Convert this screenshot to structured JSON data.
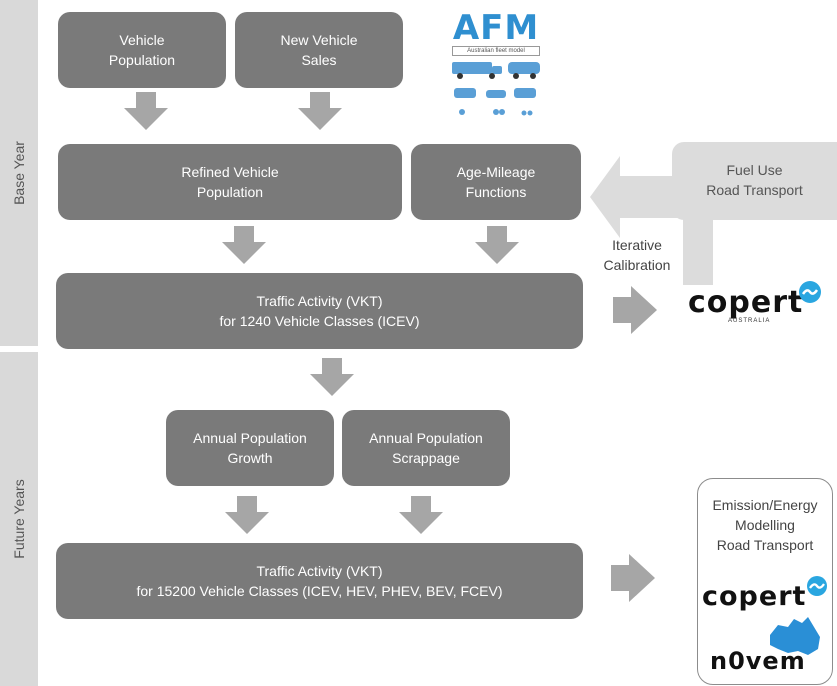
{
  "sidebar": {
    "base_year": "Base Year",
    "future_years": "Future Years"
  },
  "boxes": {
    "vehicle_population": "Vehicle\nPopulation",
    "new_vehicle_sales": "New Vehicle\nSales",
    "refined_vehicle_population": "Refined Vehicle\nPopulation",
    "age_mileage_functions": "Age-Mileage\nFunctions",
    "traffic_activity_base": "Traffic Activity (VKT)\nfor 1240 Vehicle Classes (ICEV)",
    "annual_population_growth": "Annual Population\nGrowth",
    "annual_population_scrappage": "Annual Population\nScrappage",
    "traffic_activity_future": "Traffic Activity (VKT)\nfor 15200 Vehicle Classes (ICEV, HEV, PHEV, BEV, FCEV)"
  },
  "fuel_use": "Fuel Use\nRoad Transport",
  "iterative_calibration": "Iterative\nCalibration",
  "emission_box": "Emission/Energy\nModelling\nRoad Transport",
  "logos": {
    "afm": "AFM",
    "afm_subtitle": "Australian fleet model",
    "copert": "copert",
    "copert_sub": "AUSTRALIA",
    "novem": "n0vem"
  },
  "colors": {
    "box": "#7a7a7a",
    "arrow": "#a6a6a6",
    "sidebar": "#d9d9d9",
    "afm_blue": "#2f8fd0",
    "copert_blue": "#2aa6e0"
  }
}
